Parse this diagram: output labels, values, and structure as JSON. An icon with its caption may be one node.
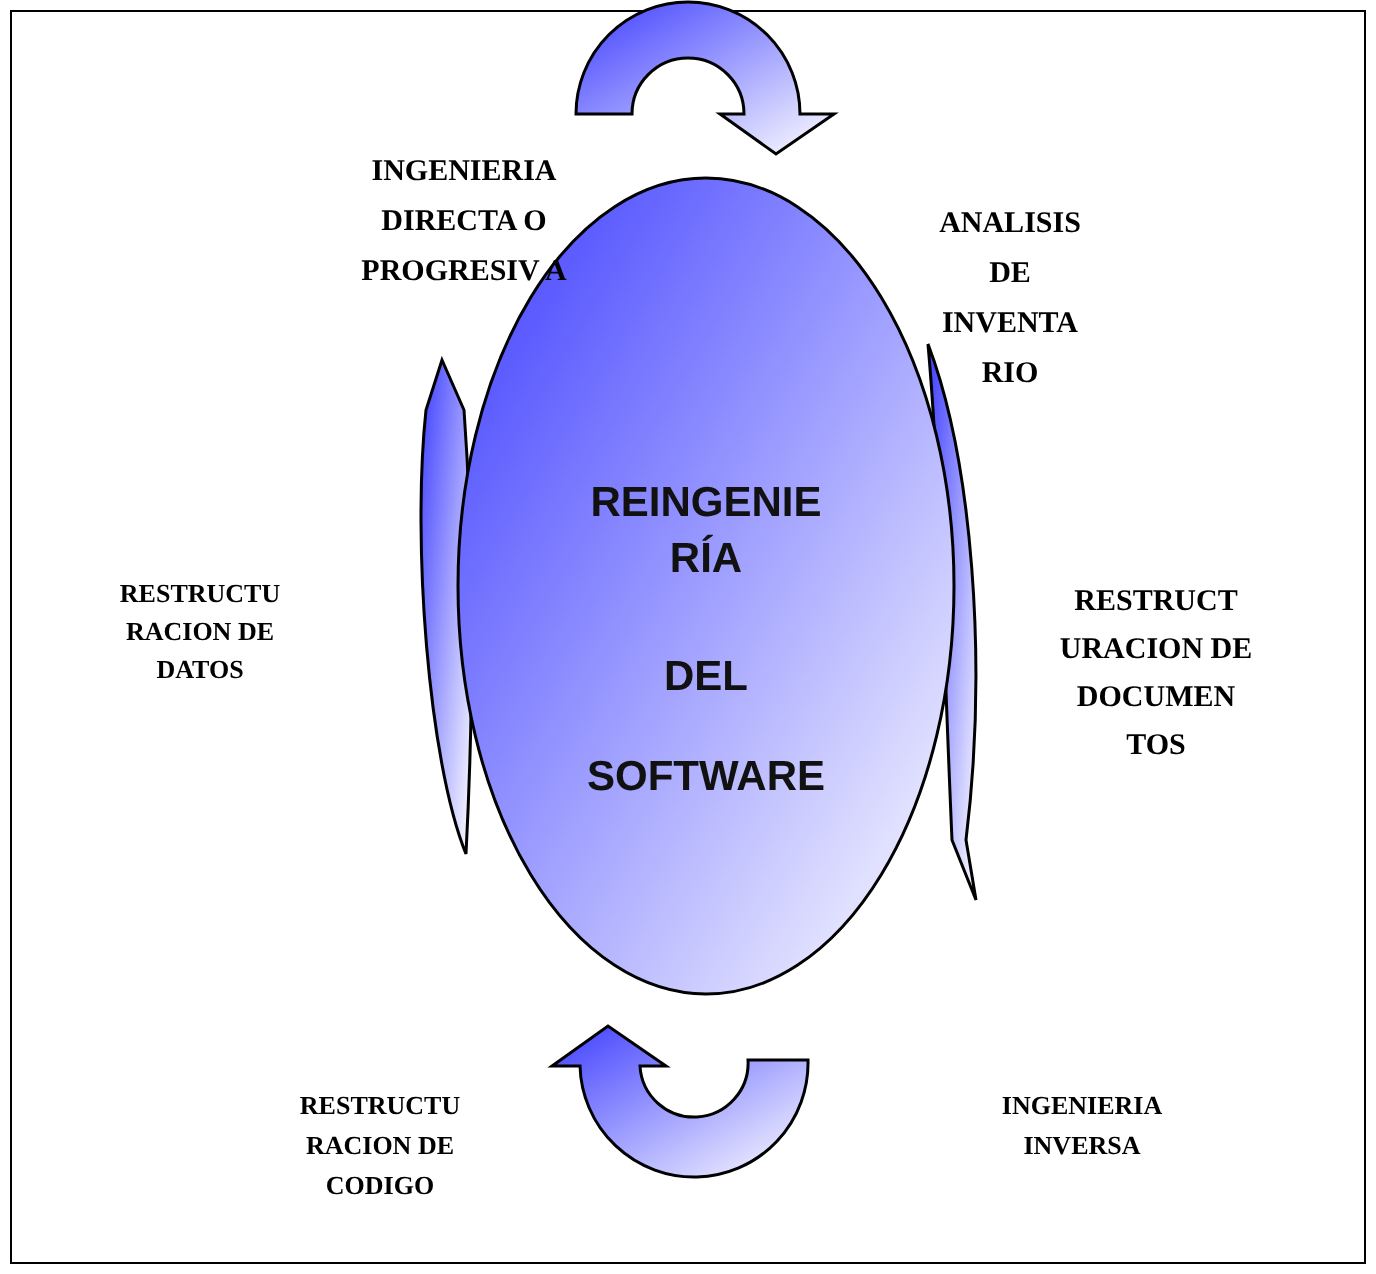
{
  "diagram": {
    "nodes": [
      {
        "text": [
          "REINGENIE RÍA",
          "DEL",
          "SOFTWARE"
        ]
      }
    ],
    "labels": [
      "INGENIERIA DIRECTA O PROGRESIV A",
      "ANALISIS DE INVENTA RIO",
      "RESTRUCTU RACION DE DATOS",
      "RESTRUCT URACION DE DOCUMEN TOS",
      "RESTRUCTU RACION DE CODIGO",
      "INGENIERIA INVERSA"
    ]
  }
}
